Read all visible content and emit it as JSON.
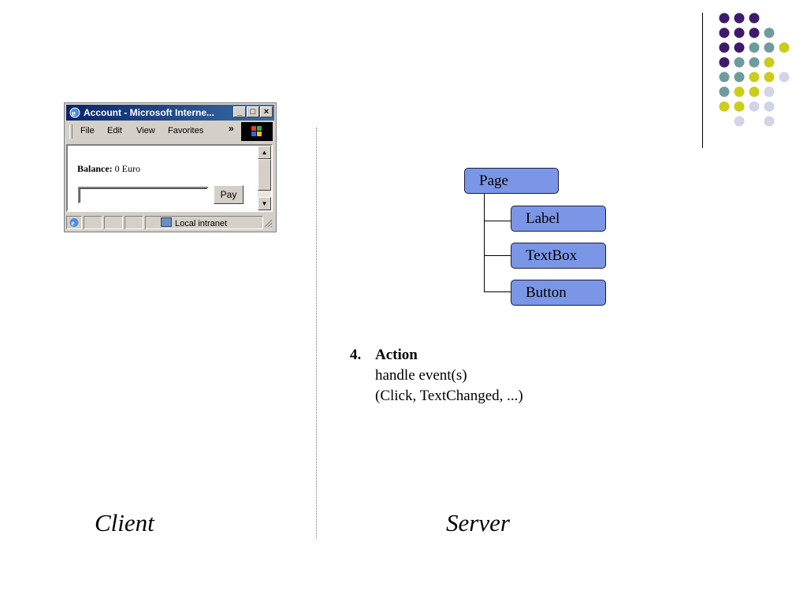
{
  "browser": {
    "title": "Account - Microsoft Interne...",
    "window_buttons": [
      "_",
      "□",
      "×"
    ],
    "menu": [
      "File",
      "Edit",
      "View",
      "Favorites"
    ],
    "menu_more": "»",
    "balance_label": "Balance:",
    "balance_value": "0 Euro",
    "input_value": "",
    "pay_button": "Pay",
    "status_zone": "Local intranet"
  },
  "tree": {
    "root": "Page",
    "children": [
      "Label",
      "TextBox",
      "Button"
    ]
  },
  "action": {
    "number": "4.",
    "title": "Action",
    "line1": "handle event(s)",
    "line2": "(Click, TextChanged, ...)"
  },
  "captions": {
    "client": "Client",
    "server": "Server"
  },
  "colors": {
    "node_fill": "#7b96e6",
    "dot_purple": "#3f1a6b",
    "dot_teal": "#6e9c9c",
    "dot_yellow": "#cccc1a",
    "dot_lavender": "#d4d4e6"
  }
}
